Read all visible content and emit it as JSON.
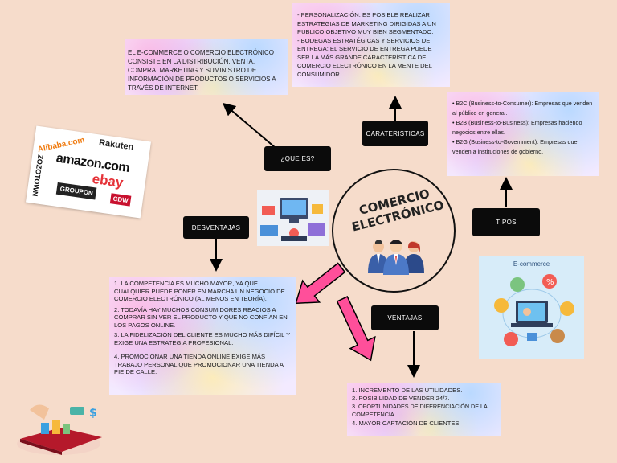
{
  "center": {
    "title_line1": "COMERCIO",
    "title_line2": "ELECTRÓNICO"
  },
  "que_es": {
    "label": "¿QUE ES?",
    "text": "EL E-COMMERCE O COMERCIO ELECTRÓNICO CONSISTE EN LA DISTRIBUCIÓN, VENTA, COMPRA, MARKETING Y SUMINISTRO DE INFORMACIÓN DE PRODUCTOS O SERVICIOS A TRAVÉS DE INTERNET."
  },
  "caracteristicas": {
    "label": "CARATERISTICAS",
    "items": [
      "- PERSONALIZACIÓN: ES POSIBLE REALIZAR ESTRATEGIAS DE MARKETING DIRIGIDAS A UN PUBLICO OBJETIVO MUY BIEN SEGMENTADO.",
      "- BODEGAS ESTRATÉGICAS Y SERVICIOS DE ENTREGA: EL SERVICIO DE ENTREGA PUEDE SER LA MÁS GRANDE CARACTERÍSTICA DEL COMERCIO ELECTRÓNICO EN LA MENTE DEL CONSUMIDOR."
    ]
  },
  "tipos": {
    "label": "TIPOS",
    "items": [
      "• B2C (Business-to-Consumer): Empresas que venden al público en general.",
      "• B2B (Business-to-Business): Empresas haciendo negocios entre ellas.",
      "• B2G (Business-to-Government): Empresas que venden a instituciones de gobierno."
    ]
  },
  "desventajas": {
    "label": "DESVENTAJAS",
    "items": [
      "1. LA COMPETENCIA ES MUCHO MAYOR, YA QUE CUALQUIER PUEDE PONER EN MARCHA UN NEGOCIO DE COMERCIO ELECTRÓNICO (AL MENOS EN TEORÍA).",
      "2. TODAVÍA HAY MUCHOS CONSUMIDORES REACIOS A COMPRAR SIN VER EL PRODUCTO Y QUE NO CONFÍAN EN LOS PAGOS ONLINE.",
      "3. LA FIDELIZACIÓN DEL CLIENTE ES MUCHO MÁS DIFÍCIL Y EXIGE UNA ESTRATEGIA PROFESIONAL.",
      "4. PROMOCIONAR UNA TIENDA ONLINE EXIGE MÁS TRABAJO PERSONAL QUE PROMOCIONAR UNA TIENDA A PIE DE CALLE."
    ]
  },
  "ventajas": {
    "label": "VENTAJAS",
    "items": [
      "1. INCREMENTO DE LAS UTILIDADES.",
      "2. POSIBILIDAD DE VENDER 24/7.",
      "3. OPORTUNIDADES DE DIFERENCIACIÓN DE LA COMPETENCIA.",
      "4. MAYOR CAPTACIÓN DE CLIENTES."
    ]
  },
  "logos": [
    "Alibaba.com",
    "Rakuten",
    "amazon.com",
    "ebay",
    "ZOZOTOWN",
    "GROUPON",
    "CDW"
  ],
  "ecommerce_image_title": "E-commerce",
  "colors": {
    "arrow_pink": "#ff4f9a",
    "tag_bg": "#0b0b0b",
    "page_bg": "#f6dccb"
  }
}
